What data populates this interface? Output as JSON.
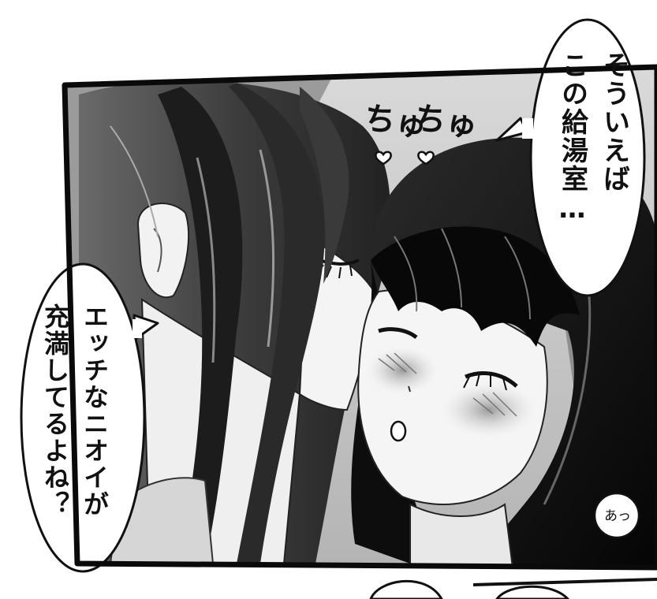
{
  "panel": {
    "sfx_kiss_1": "ちゅ",
    "sfx_kiss_2": "ちゅ",
    "sfx_small": "あっ"
  },
  "bubbles": [
    {
      "lines": [
        "そういえば",
        "この給湯室…"
      ]
    },
    {
      "lines": [
        "エッチなニオイが",
        "充満してるよね？"
      ]
    }
  ]
}
